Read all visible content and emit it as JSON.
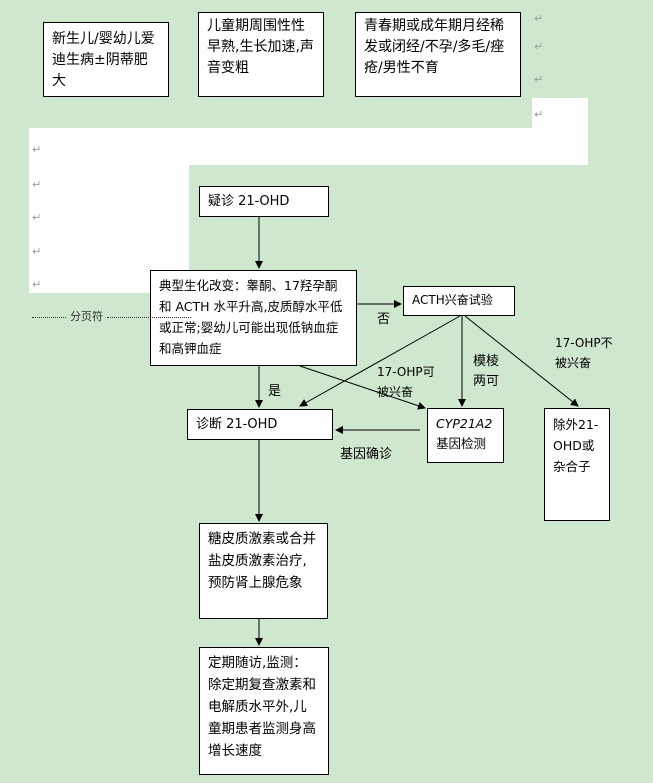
{
  "boxes": {
    "newborn": "新生儿/婴幼儿爱迪生病±阴蒂肥大",
    "child": "儿童期周围性性早熟,生长加速,声音变粗",
    "adolescent": "青春期或成年期月经稀发或闭经/不孕/多毛/痤疮/男性不育",
    "suspect": "疑诊 21-OHD",
    "biochem": "典型生化改变：睾酮、17羟孕酮和 ACTH 水平升高,皮质醇水平低或正常;婴幼儿可能出现低钠血症和高钾血症",
    "acth_test": "ACTH兴奋试验",
    "diagnose": "诊断 21-OHD",
    "gene_test_name": "CYP21A2",
    "gene_test_label": "基因检测",
    "exclude": "除外21-OHD或杂合子",
    "treatment": "糖皮质激素或合并盐皮质激素治疗,预防肾上腺危象",
    "followup": "定期随访,监测：除定期复查激素和电解质水平外,儿童期患者监测身高增长速度"
  },
  "edge_labels": {
    "no": "否",
    "yes": "是",
    "excitable": "17-OHP可被兴奋",
    "ambiguous": "模棱两可",
    "not_excitable": "17-OHP不被兴奋",
    "gene_confirm": "基因确诊"
  },
  "page_break_label": "分页符",
  "paragraph_mark": "↵",
  "colors": {
    "background": "#cfe6cf",
    "box_fill": "#ffffff",
    "line": "#000000"
  }
}
